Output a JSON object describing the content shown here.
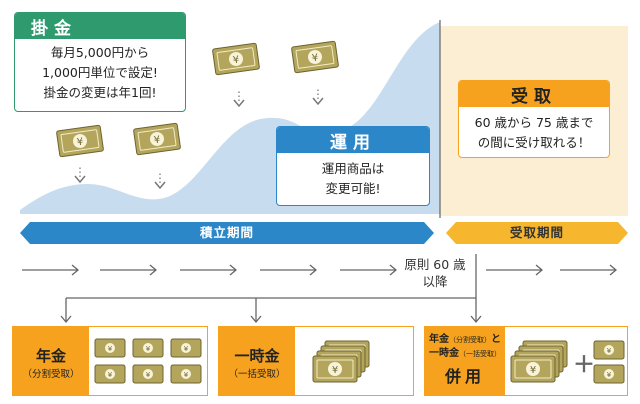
{
  "kakekin": {
    "title": "掛金",
    "lines": [
      "毎月5,000円から",
      "1,000円単位で設定!",
      "掛金の変更は年1回!"
    ]
  },
  "unyo": {
    "title": "運用",
    "lines": [
      "運用商品は",
      "変更可能!"
    ]
  },
  "uketori": {
    "title": "受取",
    "lines": [
      "60 歳から 75 歳まで",
      "の間に受け取れる！"
    ]
  },
  "periods": {
    "accumulation": "積立期間",
    "receipt": "受取期間"
  },
  "timeline": {
    "gensoku": [
      "原則 60 歳",
      "以降"
    ]
  },
  "options": {
    "nenkin": {
      "title": "年金",
      "sub": "（分割受取）"
    },
    "ichijikin": {
      "title": "一時金",
      "sub": "（一括受取）"
    },
    "heiyou": {
      "line1_a": "年金",
      "line1_sub": "（分割受取）",
      "line1_b": "と",
      "line2_a": "一時金",
      "line2_sub": "（一括受取）",
      "title": "併用"
    }
  },
  "icons": {
    "banknote": "yen-banknote-icon",
    "currency": "¥"
  },
  "colors": {
    "green": "#2e9a6e",
    "blue": "#2c87c8",
    "orange": "#f6a21e",
    "mountain": "#c8dcef",
    "receipt_bg": "#fbeed3",
    "note": "#b3a55c"
  }
}
